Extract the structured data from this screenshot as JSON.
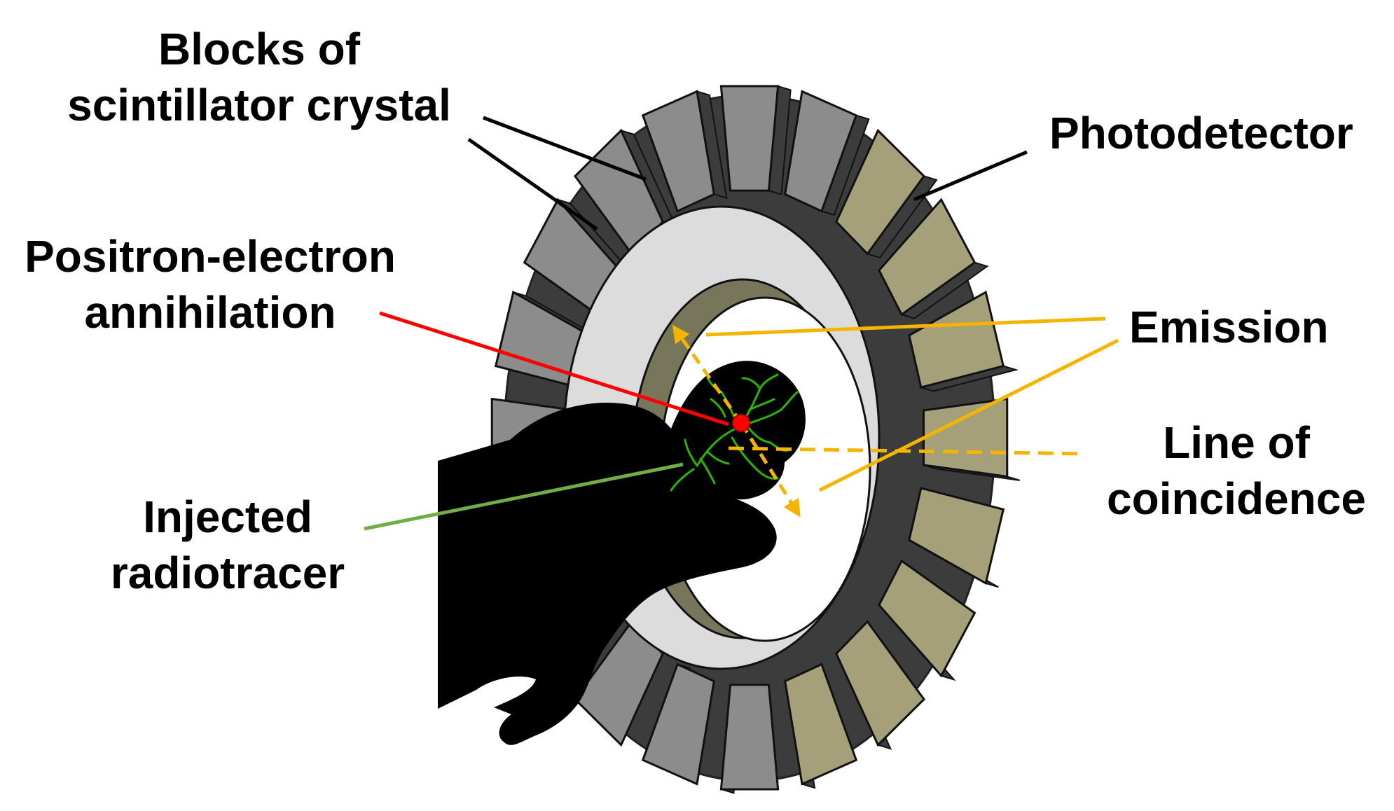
{
  "labels": {
    "blocks_line1": "Blocks of",
    "blocks_line2": "scintillator crystal",
    "photodetector": "Photodetector",
    "annihilation_line1": "Positron-electron",
    "annihilation_line2": "annihilation",
    "emission": "Emission",
    "coincidence_line1": "Line of",
    "coincidence_line2": "coincidence",
    "tracer_line1": "Injected",
    "tracer_line2": "radiotracer"
  },
  "colors": {
    "crystal_face": "#8c8c8c",
    "crystal_side": "#3c3c3c",
    "photodetector_face": "#a5a07a",
    "inner_ring": "#dcdcdc",
    "inner_shadow": "#77765a",
    "emission": "#f5b400",
    "annihilation": "#ff0000",
    "radiotracer": "#2db400",
    "tracer_pointer": "#70ad47",
    "subject": "#000000"
  }
}
